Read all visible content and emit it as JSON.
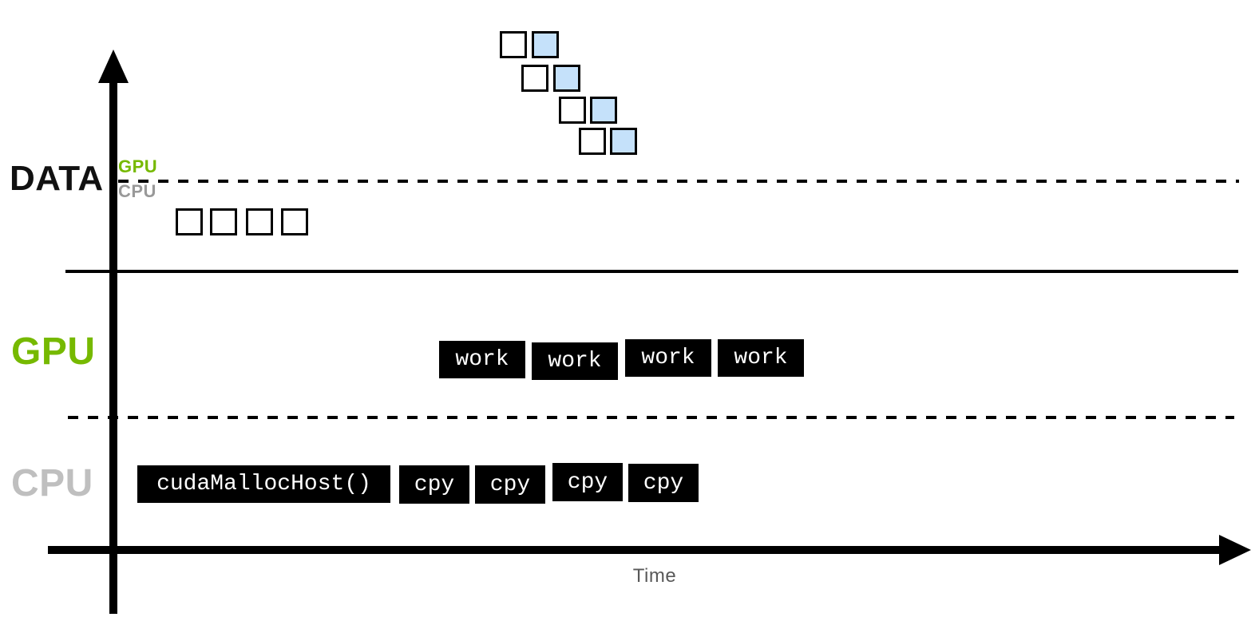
{
  "bands": {
    "data": {
      "label": "DATA",
      "gpu_side_label": "GPU",
      "cpu_side_label": "CPU"
    },
    "gpu": {
      "label": "GPU"
    },
    "cpu": {
      "label": "CPU"
    }
  },
  "axes": {
    "x_label": "Time"
  },
  "gpu_band": {
    "boxes": [
      {
        "label": "work"
      },
      {
        "label": "work"
      },
      {
        "label": "work"
      },
      {
        "label": "work"
      }
    ]
  },
  "cpu_band": {
    "boxes": [
      {
        "label": "cudaMallocHost()"
      },
      {
        "label": "cpy"
      },
      {
        "label": "cpy"
      },
      {
        "label": "cpy"
      },
      {
        "label": "cpy"
      }
    ]
  },
  "data_band": {
    "host_buffer_squares": 4,
    "transfer_pairs": 4
  },
  "colors": {
    "nvidia_green": "#76B900",
    "cpu_gray_large": "#BFBFBF",
    "cpu_gray_small": "#999999",
    "time_gray": "#595959",
    "task_box_black": "#000000",
    "device_square_blue": "#C5E1FA",
    "host_square_white": "#FFFFFF"
  }
}
